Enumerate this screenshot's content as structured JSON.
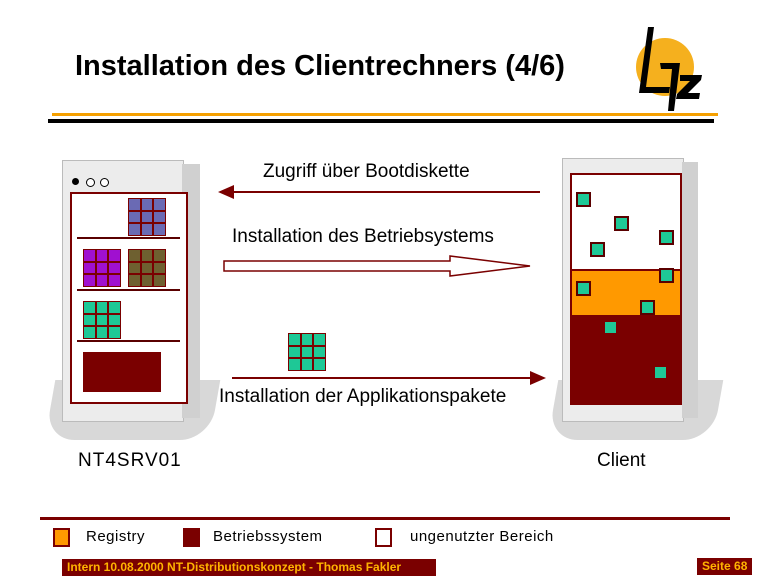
{
  "title": "Installation des Clientrechners (4/6)",
  "logo_text": "Lrz",
  "arrows": {
    "top": "Zugriff über Bootdiskette",
    "middle": "Installation des Betriebsystems",
    "bottom": "Installation der Applikationspakete"
  },
  "server_label": "NT4SRV01",
  "client_label": "Client",
  "legend": [
    {
      "label": "Registry",
      "color": "#ff9900"
    },
    {
      "label": "Betriebssystem",
      "color": "#7a0000"
    },
    {
      "label": "ungenutzter Bereich",
      "color": "#ffffff"
    }
  ],
  "footer": {
    "left": "Intern 10.08.2000 NT-Distributionskonzept - Thomas Fakler",
    "right": "Seite 68"
  },
  "colors": {
    "accent": "#7a0000",
    "orange": "#ff9900",
    "package": "#1ec896"
  }
}
